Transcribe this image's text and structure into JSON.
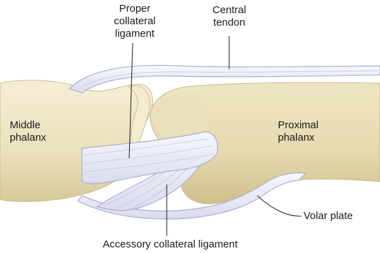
{
  "labels": {
    "proper_collateral_ligament": "Proper\ncollateral\nligament",
    "central_tendon": "Central\ntendon",
    "middle_phalanx": "Middle\nphalanx",
    "proximal_phalanx": "Proximal\nphalanx",
    "volar_plate": "Volar plate",
    "accessory_collateral_ligament": "Accessory collateral ligament"
  },
  "colors": {
    "bone": "#efe6c6",
    "bone_shade": "#d8cc9e",
    "ligament": "#eceef8",
    "ligament_edge": "#a9aed0",
    "leader_line": "#1a1a1a"
  }
}
